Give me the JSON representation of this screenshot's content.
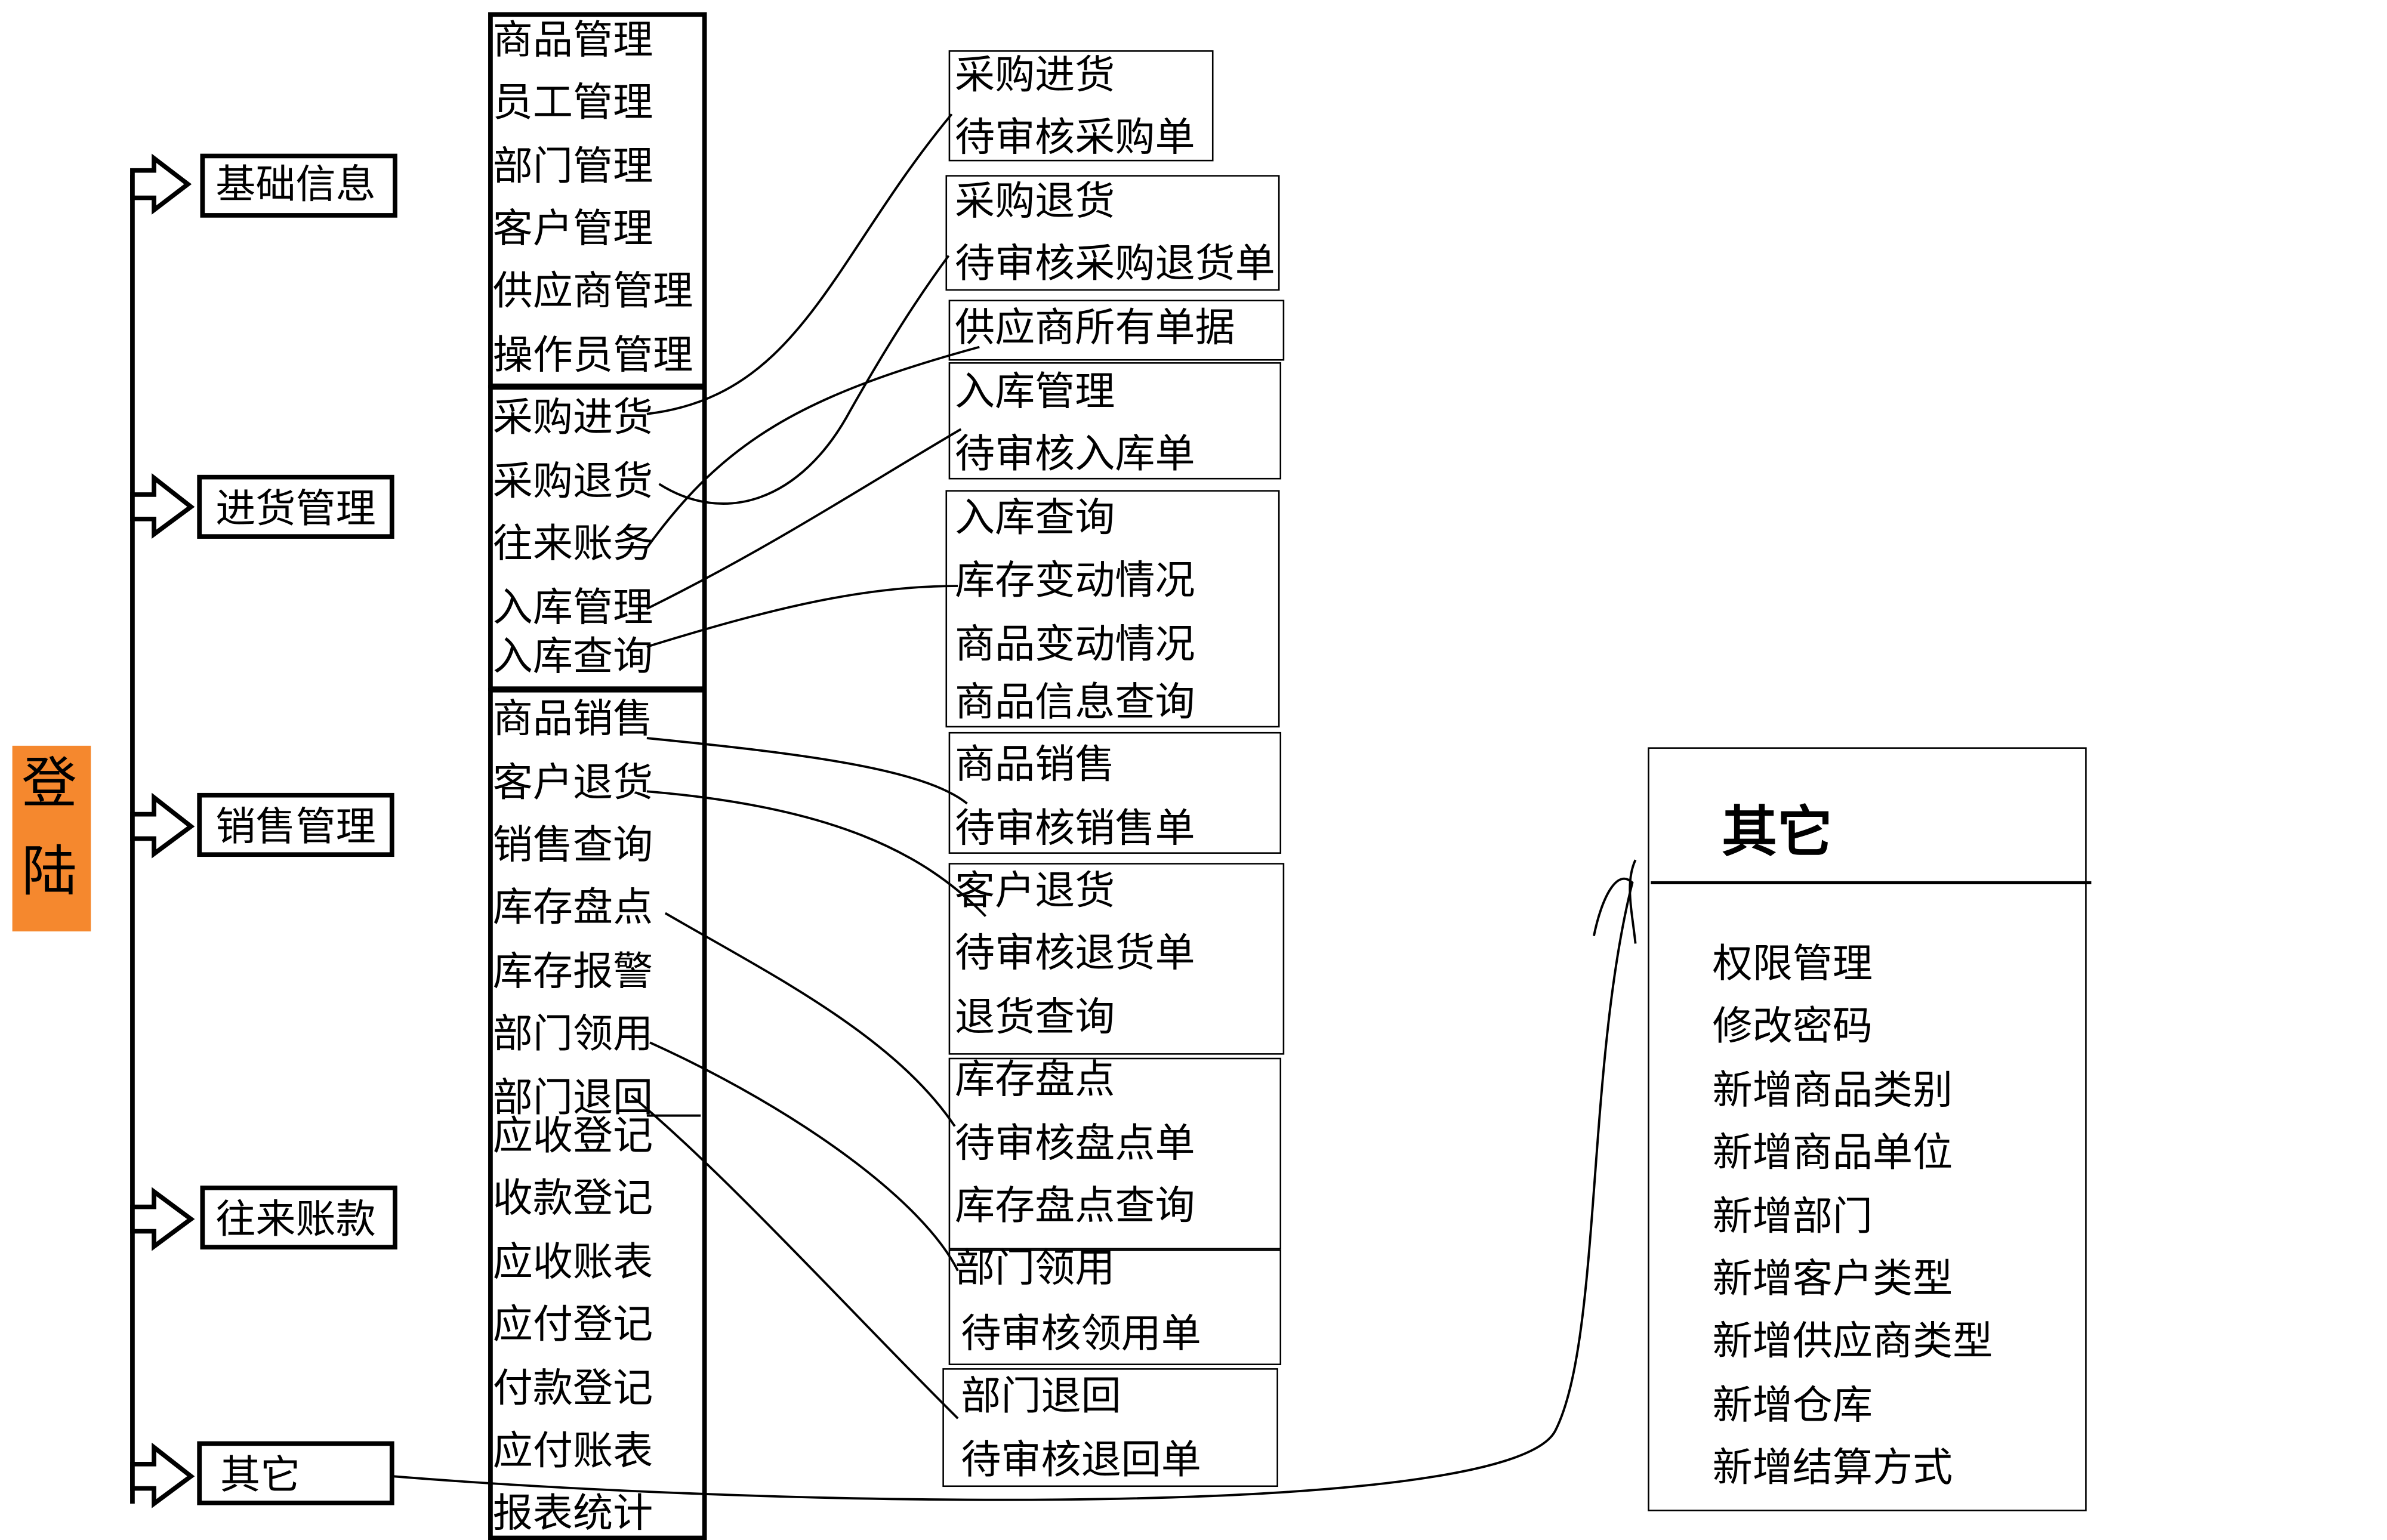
{
  "login": {
    "chars": [
      "登",
      "陆"
    ]
  },
  "categories": [
    {
      "label": "基础信息"
    },
    {
      "label": "进货管理"
    },
    {
      "label": "销售管理"
    },
    {
      "label": "往来账款"
    },
    {
      "label": "其它"
    }
  ],
  "middle_groups": [
    {
      "items": [
        "商品管理",
        "员工管理",
        "部门管理",
        "客户管理",
        "供应商管理",
        "操作员管理"
      ]
    },
    {
      "items": [
        "采购进货",
        "采购退货",
        "往来账务",
        "入库管理",
        "入库查询"
      ]
    },
    {
      "items": [
        "商品销售",
        "客户退货",
        "销售查询",
        "库存盘点",
        "库存报警",
        "部门领用",
        "部门退回"
      ]
    },
    {
      "items": [
        "应收登记",
        "收款登记",
        "应收账表",
        "应付登记",
        "付款登记",
        "应付账表",
        "报表统计"
      ]
    }
  ],
  "detail_boxes": [
    {
      "items": [
        "采购进货",
        "待审核采购单"
      ]
    },
    {
      "items": [
        "采购退货",
        "待审核采购退货单"
      ]
    },
    {
      "items": [
        "供应商所有单据"
      ]
    },
    {
      "items": [
        "入库管理",
        "待审核入库单"
      ]
    },
    {
      "items": [
        "入库查询",
        "库存变动情况",
        "商品变动情况",
        "商品信息查询"
      ]
    },
    {
      "items": [
        "商品销售",
        "待审核销售单"
      ]
    },
    {
      "items": [
        "客户退货",
        "待审核退货单",
        "退货查询"
      ]
    },
    {
      "items": [
        "库存盘点",
        "待审核盘点单",
        "库存盘点查询"
      ]
    },
    {
      "items": [
        "部门领用",
        "待审核领用单"
      ]
    },
    {
      "items": [
        "部门退回",
        "待审核退回单"
      ]
    }
  ],
  "other_panel": {
    "title": "其它",
    "items": [
      "权限管理",
      "修改密码",
      "新增商品类别",
      "新增商品单位",
      "新增部门",
      "新增客户类型",
      "新增供应商类型",
      "新增仓库",
      "新增结算方式"
    ]
  },
  "colors": {
    "login_bg": "#f5882e",
    "line": "#000000"
  }
}
